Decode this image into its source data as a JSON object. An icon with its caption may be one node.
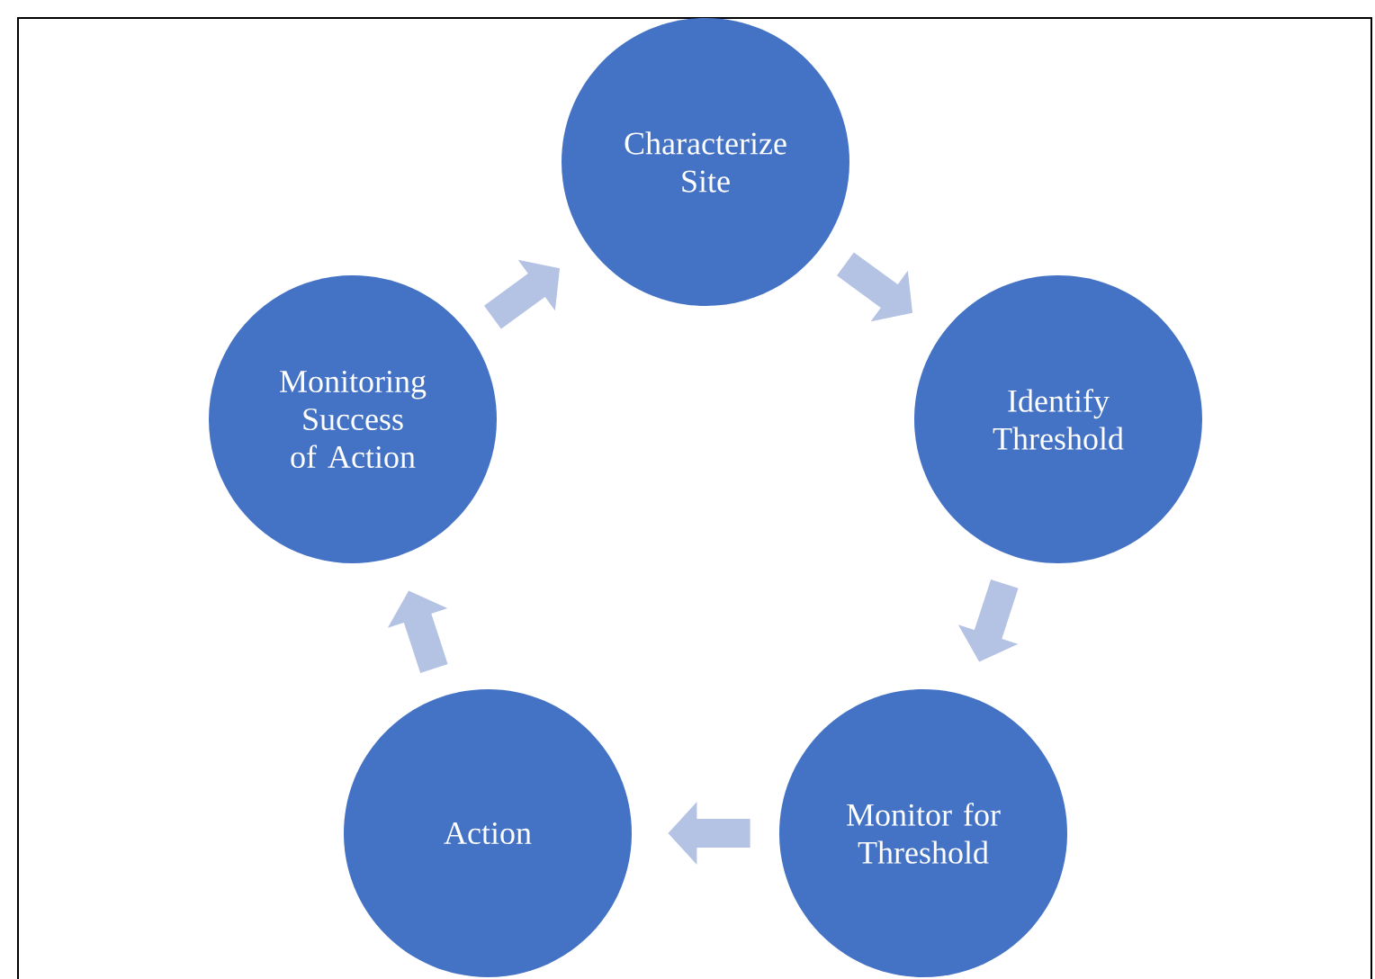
{
  "diagram": {
    "nodes": [
      {
        "text": [
          "Characterize Site"
        ]
      },
      {
        "text": [
          "Identify Threshold"
        ]
      },
      {
        "text": [
          "Monitor for Threshold"
        ]
      },
      {
        "text": [
          "Action"
        ]
      },
      {
        "text": [
          "Monitoring Success of Action"
        ]
      }
    ],
    "edges": [
      {
        "from": 0,
        "to": 1,
        "arrow": "to"
      },
      {
        "from": 1,
        "to": 2,
        "arrow": "to"
      },
      {
        "from": 2,
        "to": 3,
        "arrow": "to"
      },
      {
        "from": 3,
        "to": 4,
        "arrow": "to"
      },
      {
        "from": 4,
        "to": 0,
        "arrow": "to"
      }
    ]
  }
}
